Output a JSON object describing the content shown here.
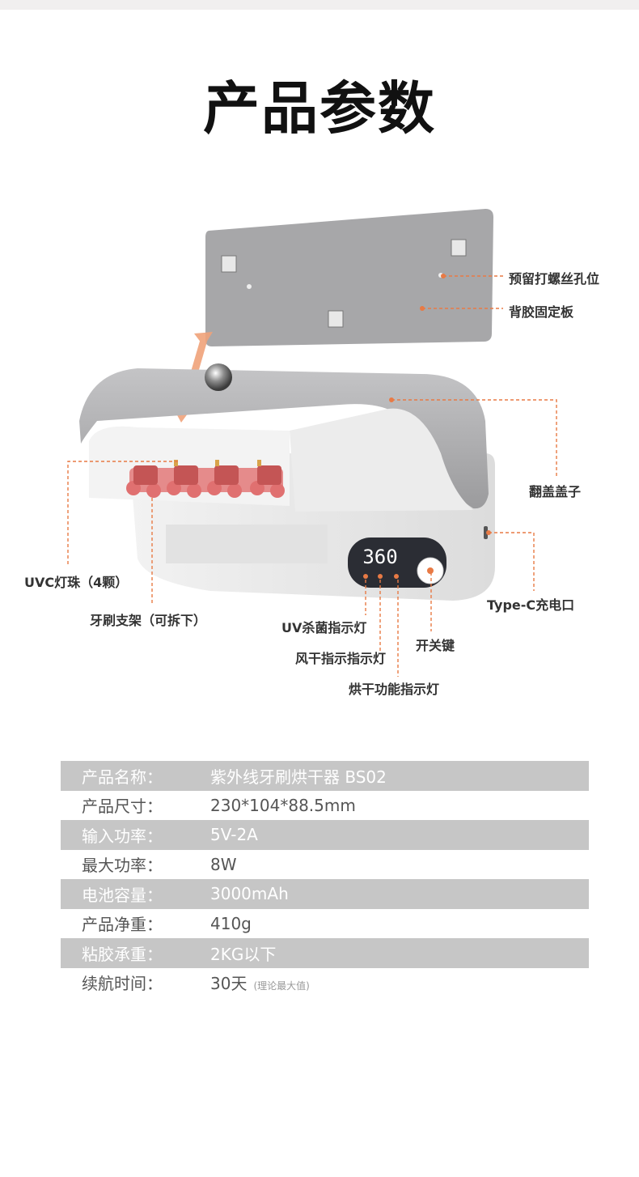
{
  "title": "产品参数",
  "colors": {
    "accent": "#e87a45",
    "row_shade": "#c6c6c6",
    "device": "#a9a9ab"
  },
  "display_value": "360",
  "callouts": {
    "screw_hole": "预留打螺丝孔位",
    "back_plate": "背胶固定板",
    "flip_cover": "翻盖盖子",
    "uvc_beads": "UVC灯珠（4颗）",
    "holder": "牙刷支架（可拆下）",
    "type_c": "Type-C充电口",
    "uv_indicator": "UV杀菌指示灯",
    "air_indicator": "风干指示指示灯",
    "dry_indicator": "烘干功能指示灯",
    "power_key": "开关键"
  },
  "specs": [
    {
      "label": "产品名称：",
      "value": "紫外线牙刷烘干器  BS02"
    },
    {
      "label": "产品尺寸：",
      "value": "230*104*88.5mm"
    },
    {
      "label": "输入功率：",
      "value": "5V-2A"
    },
    {
      "label": "最大功率：",
      "value": "8W"
    },
    {
      "label": "电池容量：",
      "value": "3000mAh"
    },
    {
      "label": "产品净重：",
      "value": "410g"
    },
    {
      "label": "粘胶承重：",
      "value": "2KG以下"
    },
    {
      "label": "续航时间：",
      "value": "30天",
      "note": "(理论最大值)"
    }
  ]
}
